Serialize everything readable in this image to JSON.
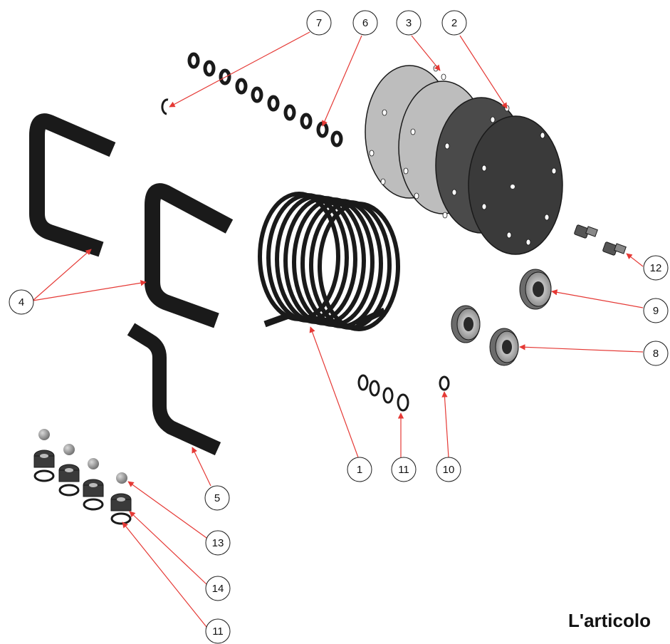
{
  "diagram": {
    "footer_text": "L'articolo",
    "leader_color": "#e53935",
    "part_fill_dark": "#1a1a1a",
    "plate_light_fill": "#bdbdbd",
    "plate_dark_fill": "#4a4a4a",
    "callouts": [
      {
        "id": "c7",
        "label": "7"
      },
      {
        "id": "c6",
        "label": "6"
      },
      {
        "id": "c3",
        "label": "3"
      },
      {
        "id": "c2",
        "label": "2"
      },
      {
        "id": "c12",
        "label": "12"
      },
      {
        "id": "c9",
        "label": "9"
      },
      {
        "id": "c8",
        "label": "8"
      },
      {
        "id": "c4",
        "label": "4"
      },
      {
        "id": "c1",
        "label": "1"
      },
      {
        "id": "c11a",
        "label": "11"
      },
      {
        "id": "c10",
        "label": "10"
      },
      {
        "id": "c5",
        "label": "5"
      },
      {
        "id": "c13",
        "label": "13"
      },
      {
        "id": "c14",
        "label": "14"
      },
      {
        "id": "c11b",
        "label": "11"
      }
    ]
  }
}
